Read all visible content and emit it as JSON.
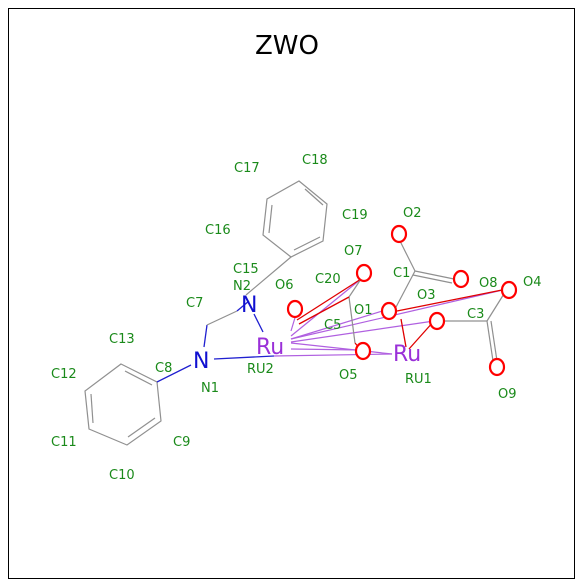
{
  "title": "ZWO",
  "colors": {
    "carbon_bond": "#909090",
    "oxygen": "#ff0000",
    "nitrogen": "#1010d0",
    "ruthenium": "#9a30d8",
    "label": "#1a8a1a"
  },
  "atom_symbols": {
    "N1": "N",
    "N2": "N",
    "RU1": "Ru",
    "RU2": "Ru"
  },
  "atom_labels": [
    "C17",
    "C18",
    "C19",
    "C16",
    "C15",
    "N2",
    "O6",
    "C20",
    "O7",
    "O2",
    "C1",
    "O3",
    "O8",
    "O4",
    "C7",
    "O1",
    "C5",
    "C3",
    "C13",
    "C8",
    "C12",
    "N1",
    "RU2",
    "O5",
    "RU1",
    "O9",
    "C11",
    "C9",
    "C10"
  ]
}
